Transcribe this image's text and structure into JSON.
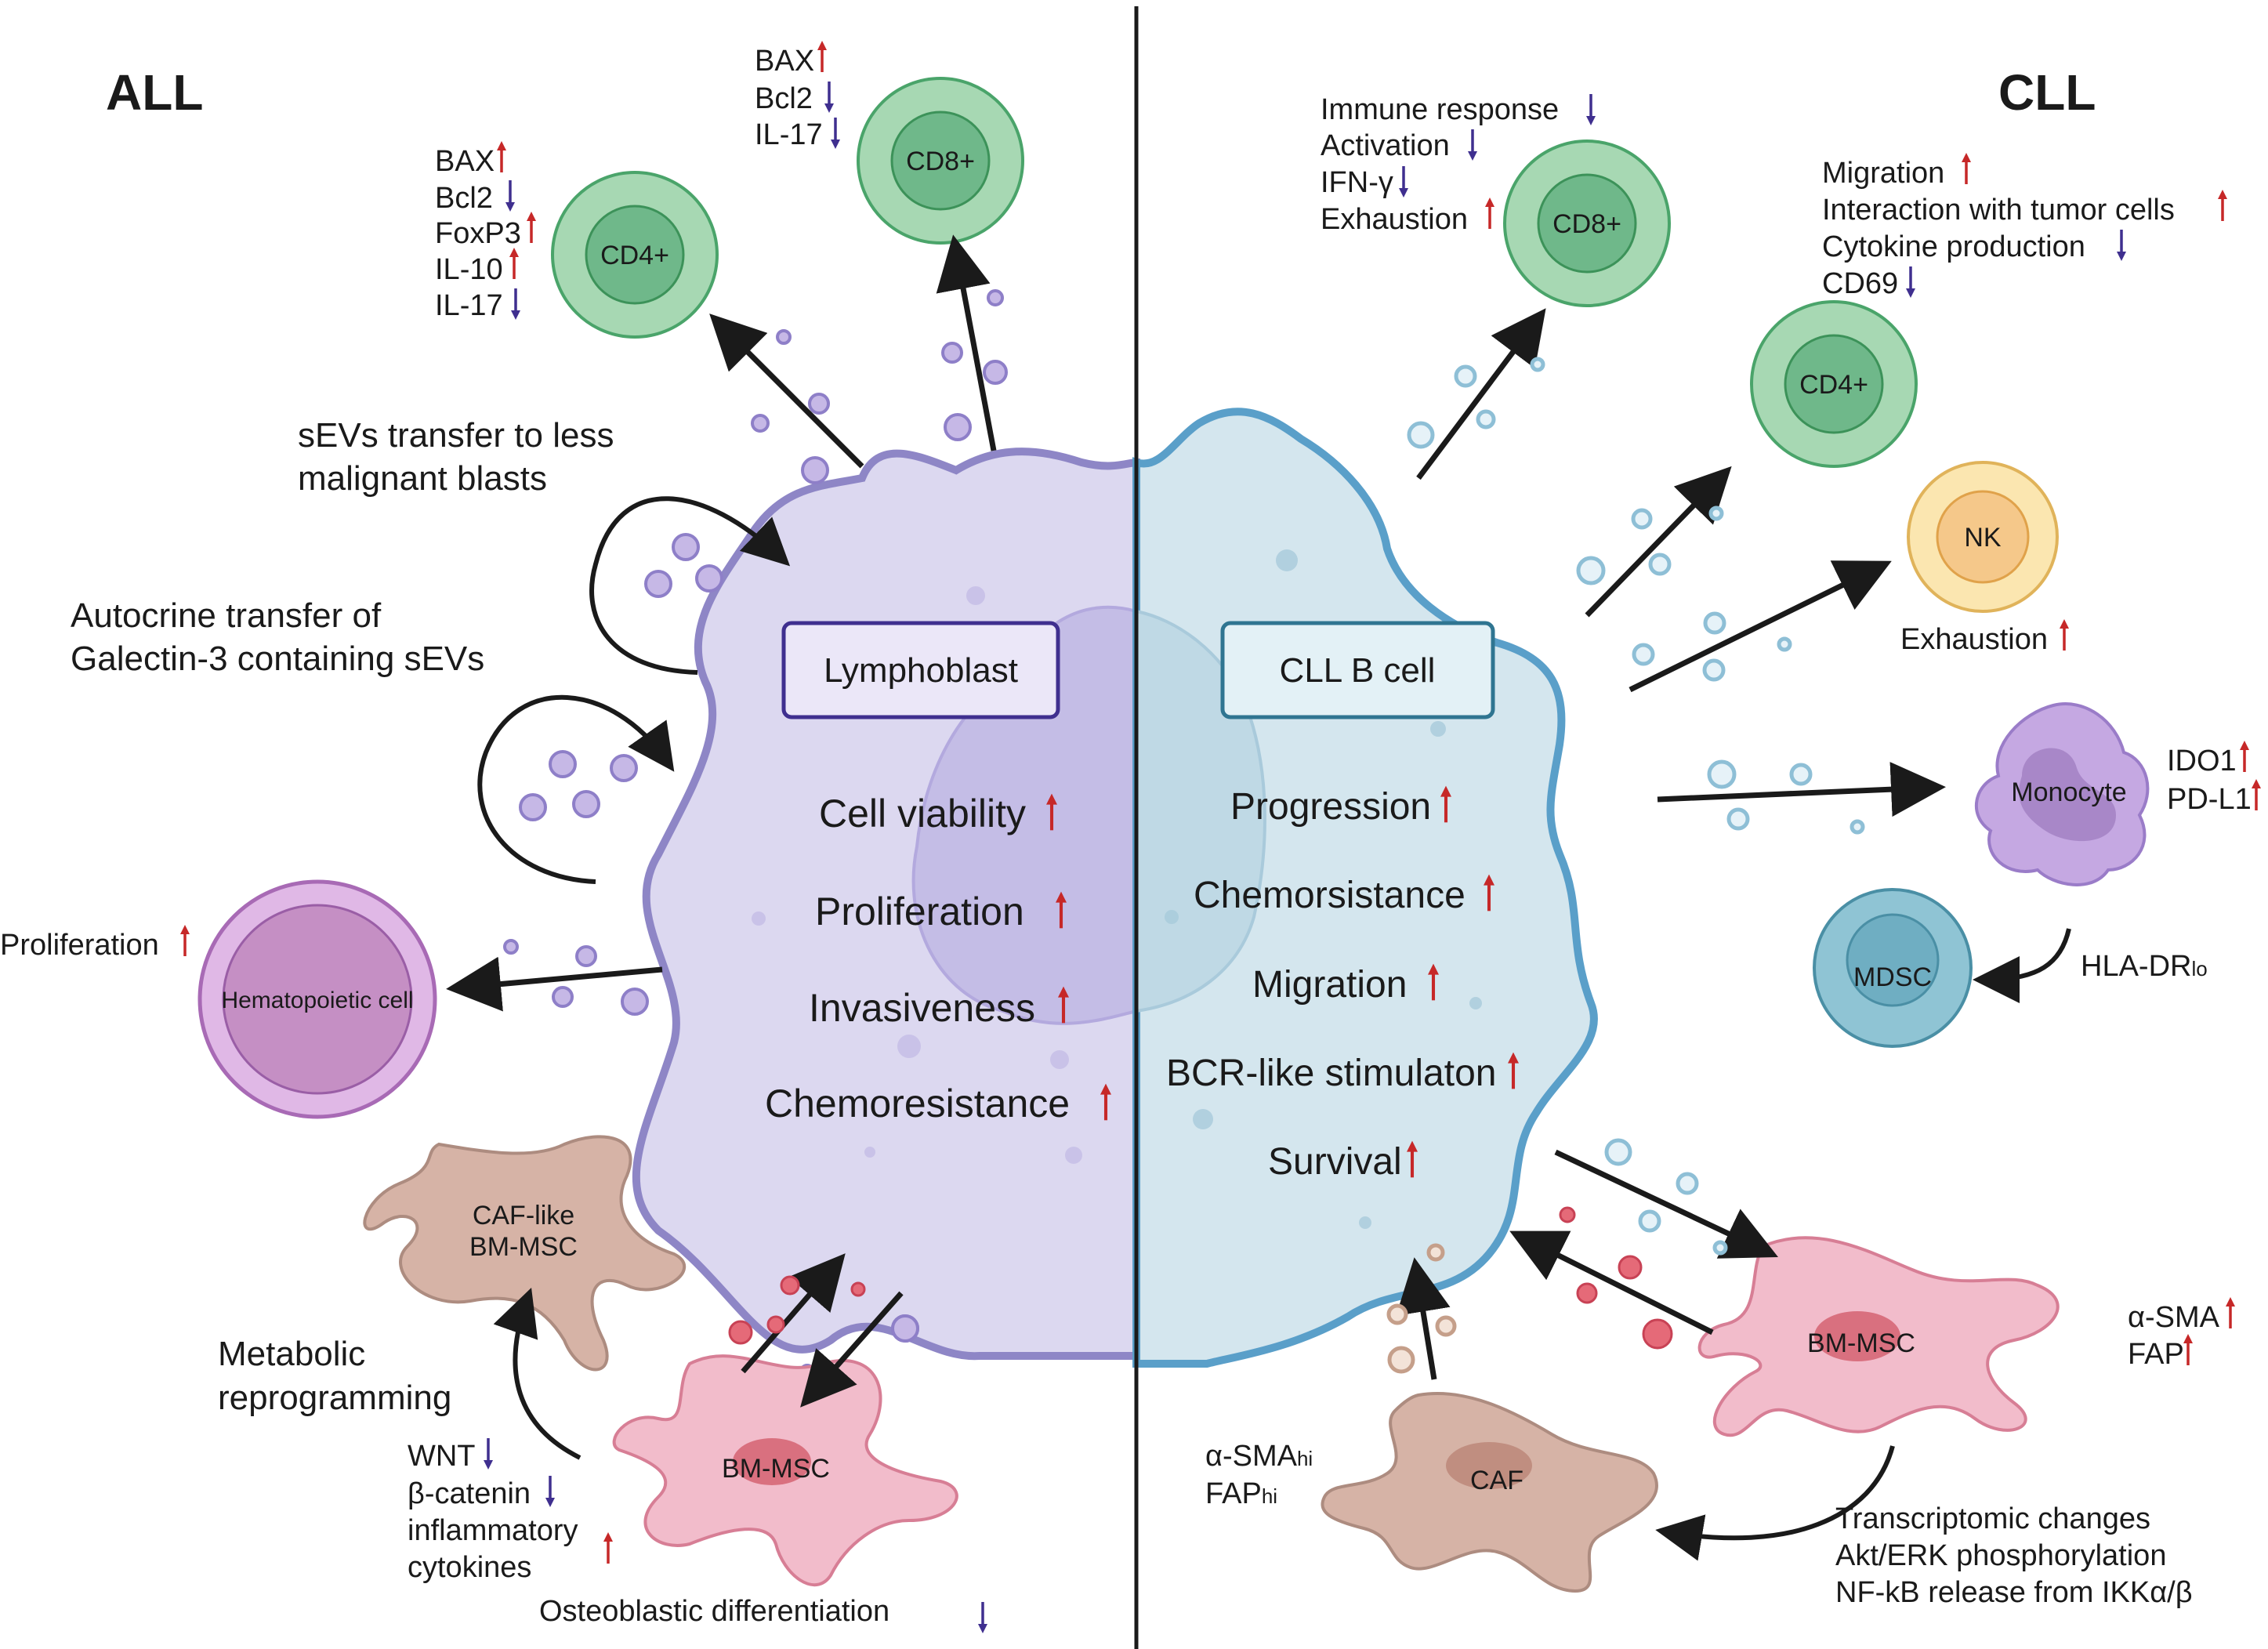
{
  "colors": {
    "lymphoblast_fill": "#dcd8f0",
    "lymphoblast_border": "#8e86c6",
    "cll_fill": "#d4e6ee",
    "cll_border": "#5a9fc9",
    "up_arrow": "#c62828",
    "down_arrow": "#3f2f8f",
    "t_cell": "#a7d8b3",
    "nk": "#fbe6b0",
    "monocyte": "#c5a8e2",
    "mdsc": "#8fc4d4",
    "mscs": "#f2bccb",
    "caf": "#d6b3a6"
  },
  "titles": {
    "all": "ALL",
    "cll": "CLL"
  },
  "lymphoblast": {
    "label": "Lymphoblast",
    "effects": [
      "Cell viability",
      "Proliferation",
      "Invasiveness",
      "Chemoresistance"
    ]
  },
  "cll_cell": {
    "label": "CLL B cell",
    "effects": [
      "Progression",
      "Chemorsistance",
      "Migration",
      "BCR-like stimulaton",
      "Survival"
    ]
  },
  "all_side": {
    "sevs_transfer": [
      "sEVs transfer to less",
      "malignant blasts"
    ],
    "autocrine": [
      "Autocrine transfer of",
      "Galectin-3 containing sEVs"
    ],
    "cd4_label": "CD4+",
    "cd4_markers": [
      {
        "text": "BAX",
        "dir": "up"
      },
      {
        "text": "Bcl2",
        "dir": "down"
      },
      {
        "text": "FoxP3",
        "dir": "up"
      },
      {
        "text": "IL-10",
        "dir": "up"
      },
      {
        "text": "IL-17",
        "dir": "down"
      }
    ],
    "cd8_label": "CD8+",
    "cd8_markers": [
      {
        "text": "BAX",
        "dir": "up"
      },
      {
        "text": "Bcl2",
        "dir": "down"
      },
      {
        "text": "IL-17",
        "dir": "down"
      }
    ],
    "hematopoietic_label": "Hematopoietic cell",
    "proliferation": "Proliferation",
    "caf_like": [
      "CAF-like",
      "BM-MSC"
    ],
    "metabolic": [
      "Metabolic",
      "reprogramming"
    ],
    "bmmsc_label": "BM-MSC",
    "wnt": "WNT",
    "beta_catenin": "β-catenin",
    "inflammatory": [
      "inflammatory",
      "cytokines"
    ],
    "osteoblastic": "Osteoblastic differentiation"
  },
  "cll_side": {
    "cd8_label": "CD8+",
    "cd8_markers": [
      {
        "text": "Immune response",
        "dir": "down"
      },
      {
        "text": "Activation",
        "dir": "down"
      },
      {
        "text": "IFN-γ",
        "dir": "down"
      },
      {
        "text": "Exhaustion",
        "dir": "up"
      }
    ],
    "cd4_label": "CD4+",
    "cd4_markers": [
      {
        "text": "Migration",
        "dir": "up"
      },
      {
        "text": "Interaction with tumor cells",
        "dir": "up"
      },
      {
        "text": "Cytokine production",
        "dir": "down"
      },
      {
        "text": "CD69",
        "dir": "down"
      }
    ],
    "nk_label": "NK",
    "nk_exhaustion": "Exhaustion",
    "monocyte_label": "Monocyte",
    "ido1": "IDO1",
    "pdl1": "PD-L1",
    "mdsc_label": "MDSC",
    "hla_main": "HLA-DR",
    "hla_sub": "lo",
    "bmmsc_label": "BM-MSC",
    "asma": "α-SMA",
    "fap": "FAP",
    "caf_label": "CAF",
    "asma_hi_main": "α-SMA",
    "fap_hi_main": "FAP",
    "hi_sub": "hi",
    "transcript": [
      "Transcriptomic changes",
      "Akt/ERK phosphorylation",
      "NF-kB release from IKKα/β"
    ]
  }
}
